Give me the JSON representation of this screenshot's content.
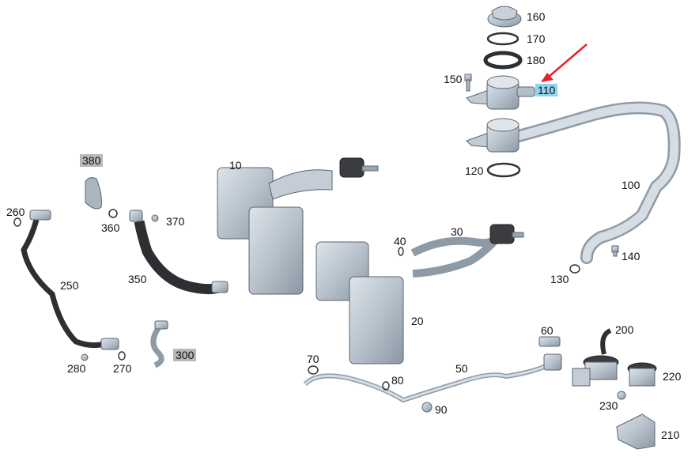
{
  "callouts": {
    "p10": "10",
    "p20": "20",
    "p30": "30",
    "p40": "40",
    "p50": "50",
    "p60": "60",
    "p70": "70",
    "p80": "80",
    "p90": "90",
    "p100": "100",
    "p110": "110",
    "p120": "120",
    "p130": "130",
    "p140": "140",
    "p150": "150",
    "p160": "160",
    "p170": "170",
    "p180": "180",
    "p200": "200",
    "p210": "210",
    "p220": "220",
    "p230": "230",
    "p250": "250",
    "p260": "260",
    "p270": "270",
    "p280": "280",
    "p300": "300",
    "p350": "350",
    "p360": "360",
    "p370": "370",
    "p380": "380"
  },
  "highlight": {
    "selected_part": "110",
    "marker_color": "#e8232a",
    "selected_bg": "#8fd3ee",
    "grey_bg": "#b8b8b8"
  },
  "colors": {
    "part_fill": "#b9c4cf",
    "part_dark": "#8e9aa6",
    "hose": "#2e2f33",
    "outline": "#5b6570"
  }
}
